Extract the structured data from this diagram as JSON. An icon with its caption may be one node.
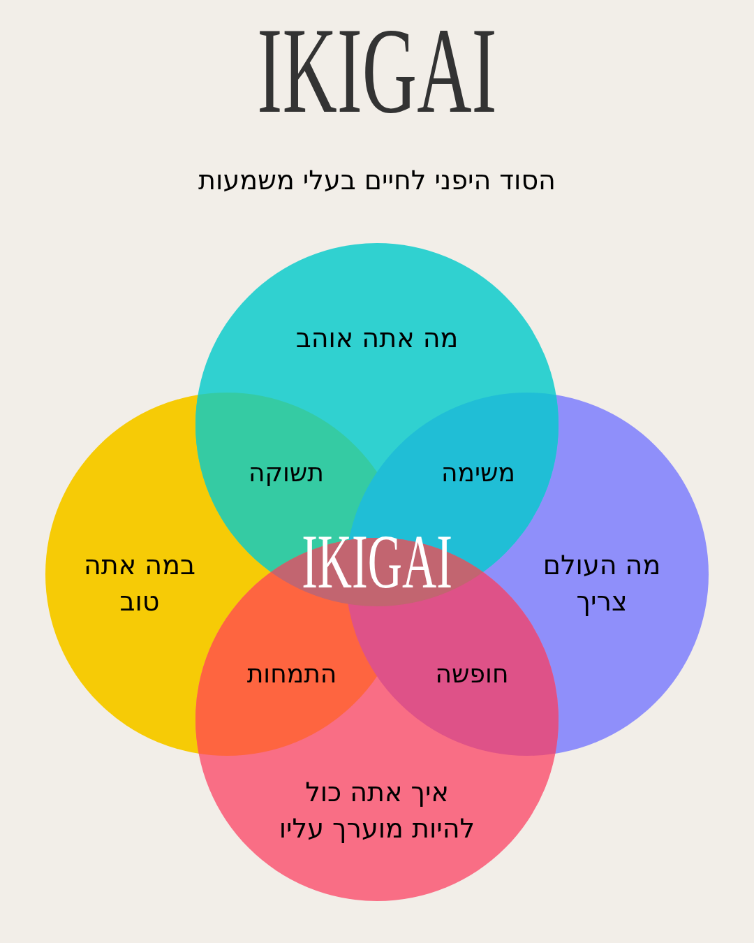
{
  "diagram": {
    "title": "IKIGAI",
    "nodes": [
      {
        "text": [
          "מה אתה אוהב"
        ]
      },
      {
        "text": [
          "במה אתה טוב"
        ]
      },
      {
        "text": [
          "מה העולם צריך"
        ]
      },
      {
        "text": [
          "איך אתה כול להיות מוערך עליו"
        ]
      }
    ],
    "labels": [
      "הסוד היפני לחיים בעלי משמעות",
      "תשוקה",
      "משימה",
      "IKIGAI",
      "התמחות",
      "חופשה"
    ]
  }
}
